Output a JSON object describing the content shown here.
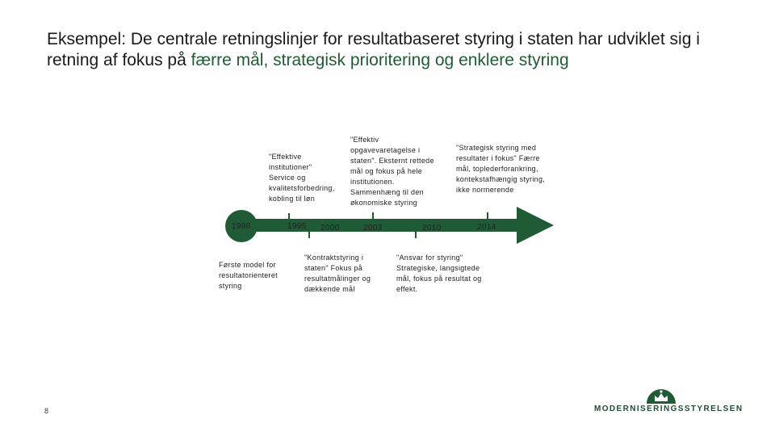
{
  "title": {
    "part1": "Eksempel: De centrale retningslinjer for resultatbaseret styring i staten har udviklet sig i retning af fokus på ",
    "part2": "færre mål, strategisk prioritering og enklere styring"
  },
  "timeline": {
    "color": "#1f5c35",
    "years": [
      "1988",
      "1995",
      "2000",
      "2003",
      "2010",
      "2014"
    ]
  },
  "notes": {
    "y1988": "Første model for resultatorienteret styring",
    "y1995": "\"Effektive institutioner\" Service og kvalitetsforbedring, kobling til løn",
    "y2000": "\"Kontraktstyring i staten\" Fokus på resultatmålinger og dækkende mål",
    "y2003": "\"Effektiv opgavevaretagelse i staten\". Eksternt rettede mål og fokus på hele institutionen. Sammenhæng til den økonomiske styring",
    "y2010": "\"Ansvar for styring\" Strategiske, langsigtede mål, fokus på resultat og effekt.",
    "y2014": "\"Strategisk styring med resultater i fokus\" Færre mål, toplederforankring, kontekstafhængig styring, ikke normerende"
  },
  "page_number": "8",
  "logo": {
    "name": "crown-icon",
    "text": "MODERNISERINGSSTYRELSEN"
  }
}
